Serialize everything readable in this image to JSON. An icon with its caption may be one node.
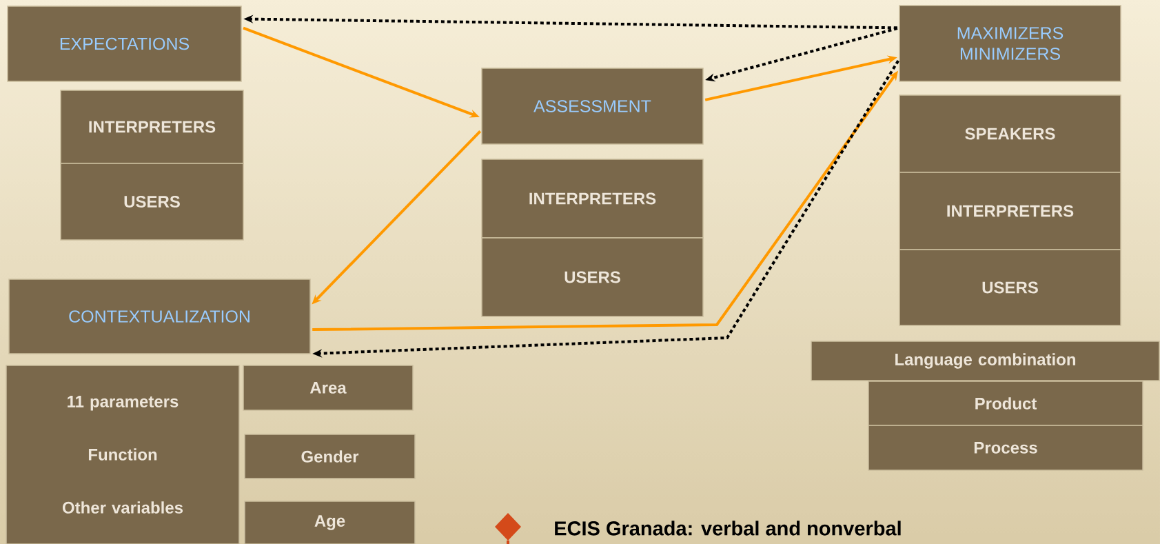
{
  "diagram": {
    "nodes": [
      {
        "text": [
          "EXPECTATIONS"
        ]
      },
      {
        "text": [
          "INTERPRETERS"
        ]
      },
      {
        "text": [
          "USERS"
        ]
      },
      {
        "text": [
          "ASSESSMENT"
        ]
      },
      {
        "text": [
          "INTERPRETERS"
        ]
      },
      {
        "text": [
          "USERS"
        ]
      },
      {
        "text": [
          "MAXIMIZERS MINIMIZERS"
        ]
      },
      {
        "text": [
          "SPEAKERS"
        ]
      },
      {
        "text": [
          "INTERPRETERS"
        ]
      },
      {
        "text": [
          "USERS"
        ]
      },
      {
        "text": [
          "CONTEXTUALIZATION"
        ]
      },
      {
        "text": [
          "11 parameters",
          "Function",
          "Other variables"
        ]
      },
      {
        "text": [
          "Area"
        ]
      },
      {
        "text": [
          "Gender"
        ]
      },
      {
        "text": [
          "Age"
        ]
      },
      {
        "text": [
          "Language combination"
        ]
      },
      {
        "text": [
          "Product"
        ]
      },
      {
        "text": [
          "Process"
        ]
      }
    ],
    "edges": [
      {
        "from": 0,
        "to": 3,
        "arrow": "to"
      },
      {
        "from": 3,
        "to": 10,
        "arrow": "to"
      },
      {
        "from": 3,
        "to": 6,
        "arrow": "to"
      },
      {
        "from": 10,
        "to": 6,
        "arrow": "to"
      },
      {
        "from": 6,
        "to": 0,
        "arrow": "to",
        "style": "dashed",
        "color": "#000000"
      },
      {
        "from": 6,
        "to": 3,
        "arrow": "to",
        "style": "dashed",
        "color": "#000000"
      },
      {
        "from": 6,
        "to": 10,
        "arrow": "to",
        "style": "dashed",
        "color": "#000000"
      }
    ],
    "labels": [
      "ECIS Granada: verbal and nonverbal"
    ]
  }
}
